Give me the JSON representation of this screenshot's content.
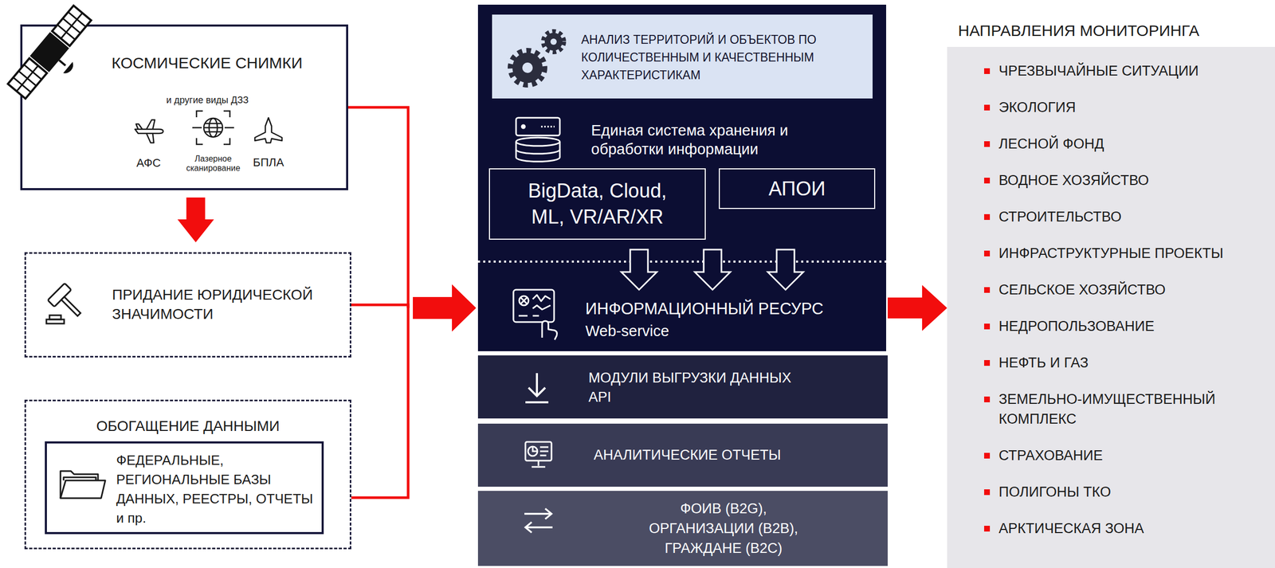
{
  "diagram": {
    "nodes": [
      {
        "text": [
          "КОСМИЧЕСКИЕ СНИМКИ",
          "и другие виды ДЗЗ"
        ]
      },
      {
        "text": [
          "ПРИДАНИЕ ЮРИДИЧЕСКОЙ ЗНАЧИМОСТИ"
        ]
      },
      {
        "text": [
          "ОБОГАЩЕНИЕ ДАННЫМИ"
        ]
      },
      {
        "text": [
          "ФЕДЕРАЛЬНЫЕ, РЕГИОНАЛЬНЫЕ БАЗЫ ДАННЫХ, РЕЕСТРЫ, ОТЧЕТЫ и пр."
        ],
        "in": 2
      },
      {
        "text": [
          "Единая система хранения и обработки информации",
          "ИНФОРМАЦИОННЫЙ РЕСУРС",
          "Web-service"
        ]
      },
      {
        "text": [
          "АНАЛИЗ ТЕРРИТОРИЙ И ОБЪЕКТОВ ПО КОЛИЧЕСТВЕННЫМ И КАЧЕСТВЕННЫМ ХАРАКТЕРИСТИКАМ"
        ],
        "in": 4
      },
      {
        "text": [
          "BigData, Cloud, ML, VR/AR/XR"
        ],
        "in": 4
      },
      {
        "text": [
          "АПОИ"
        ],
        "in": 4
      },
      {
        "text": [
          "МОДУЛИ ВЫГРУЗКИ ДАННЫХ API"
        ]
      },
      {
        "text": [
          "АНАЛИТИЧЕСКИЕ ОТЧЕТЫ"
        ]
      },
      {
        "text": [
          "ФОИВ (B2G), ОРГАНИЗАЦИИ (B2B), ГРАЖДАНЕ (B2C)"
        ]
      },
      {
        "text": [
          "НАПРАВЛЕНИЯ МОНИТОРИНГА",
          "ЧРЕЗВЫЧАЙНЫЕ СИТУАЦИИ",
          "ЭКОЛОГИЯ",
          "ЛЕСНОЙ ФОНД",
          "ВОДНОЕ ХОЗЯЙСТВО",
          "СТРОИТЕЛЬСТВО",
          "ИНФРАСТРУКТУРНЫЕ ПРОЕКТЫ",
          "СЕЛЬСКОЕ ХОЗЯЙСТВО",
          "НЕДРОПОЛЬЗОВАНИЕ",
          "НЕФТЬ И ГАЗ",
          "ЗЕМЕЛЬНО-ИМУЩЕСТВЕННЫЙ КОМПЛЕКС",
          "СТРАХОВАНИЕ",
          "ПОЛИГОНЫ ТКО",
          "АРКТИЧЕСКАЯ ЗОНА"
        ]
      }
    ],
    "edges": [
      {
        "from": 0,
        "to": 1,
        "arrow": "to"
      },
      {
        "from": 0,
        "to": 4,
        "arrow": "to"
      },
      {
        "from": 1,
        "to": 4,
        "arrow": "to"
      },
      {
        "from": 2,
        "to": 4,
        "arrow": "to"
      },
      {
        "from": 4,
        "to": 11,
        "arrow": "to"
      }
    ],
    "labels": [
      "АФС",
      "Лазерное сканирование",
      "БПЛА"
    ]
  }
}
